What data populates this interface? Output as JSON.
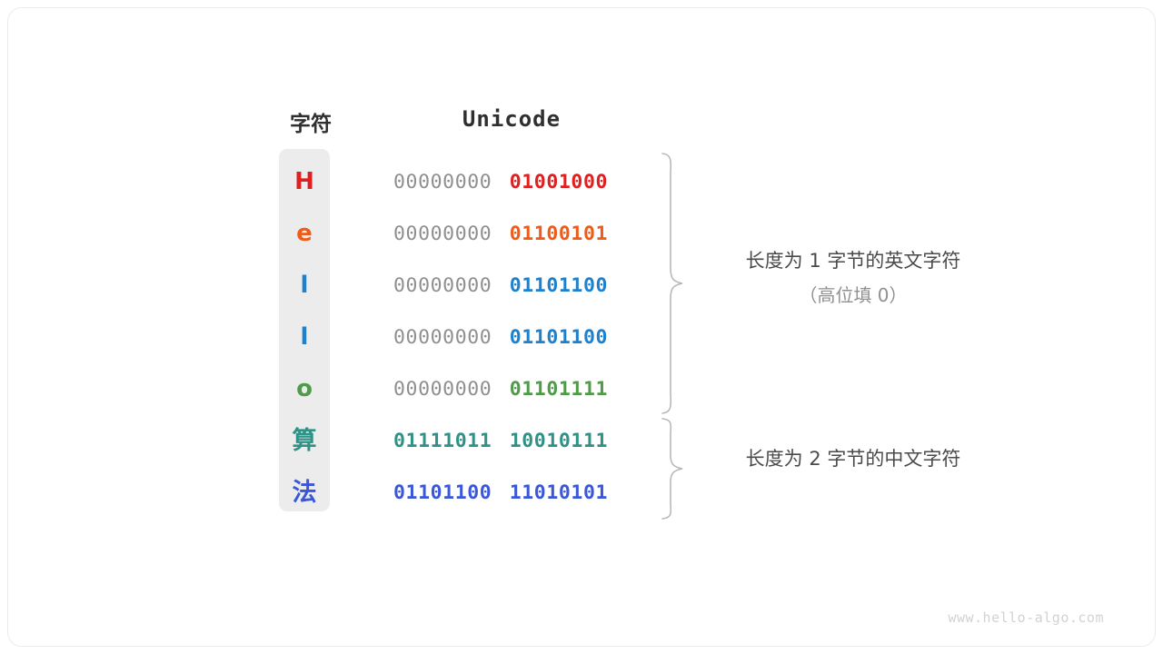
{
  "figure": {
    "title_char_column": "字符",
    "title_unicode_column": "Unicode",
    "watermark": "www.hello-algo.com",
    "colors": {
      "card_bg": "#ffffff",
      "card_border": "#ebebeb",
      "panel_bg": "#ececec",
      "high_byte_gray": "#8f8f8f",
      "note_text": "#4a4a4a",
      "note_sub_text": "#909090",
      "brace_stroke": "#b8b8b8",
      "watermark": "#d2d2d2"
    },
    "rows": [
      {
        "char": "H",
        "color": "#e02020",
        "high_byte": "00000000",
        "low_byte": "01001000",
        "group": "ascii"
      },
      {
        "char": "e",
        "color": "#ef5b18",
        "high_byte": "00000000",
        "low_byte": "01100101",
        "group": "ascii"
      },
      {
        "char": "l",
        "color": "#1e81ce",
        "high_byte": "00000000",
        "low_byte": "01101100",
        "group": "ascii"
      },
      {
        "char": "l",
        "color": "#1e81ce",
        "high_byte": "00000000",
        "low_byte": "01101100",
        "group": "ascii"
      },
      {
        "char": "o",
        "color": "#4f9b4a",
        "high_byte": "00000000",
        "low_byte": "01101111",
        "group": "ascii"
      },
      {
        "char": "算",
        "color": "#2f9287",
        "high_byte": "01111011",
        "low_byte": "10010111",
        "group": "cjk"
      },
      {
        "char": "法",
        "color": "#3a57d8",
        "high_byte": "01101100",
        "low_byte": "11010101",
        "group": "cjk"
      }
    ],
    "annotations": [
      {
        "main": "长度为 1 字节的英文字符",
        "sub": "（高位填 0）"
      },
      {
        "main": "长度为 2 字节的中文字符",
        "sub": ""
      }
    ]
  }
}
